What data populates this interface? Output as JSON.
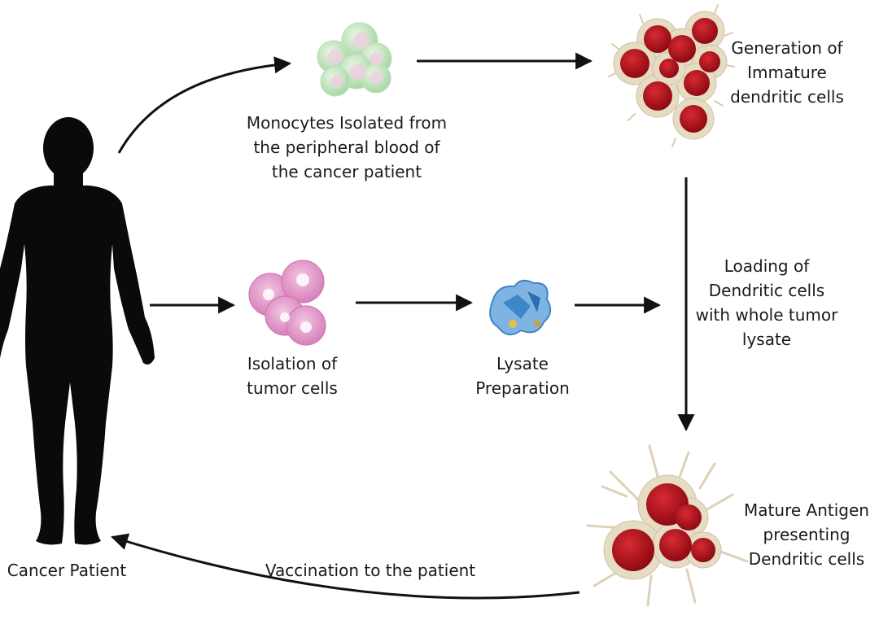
{
  "labels": {
    "cancer_patient": "Cancer Patient",
    "monocytes": "Monocytes Isolated from\nthe peripheral blood of\nthe cancer patient",
    "immature_dc": "Generation of\nImmature\ndendritic cells",
    "isolation": "Isolation of\ntumor cells",
    "lysate": "Lysate\nPreparation",
    "loading": "Loading of\nDendritic cells\nwith whole tumor\nlysate",
    "mature_dc": "Mature Antigen\npresenting\nDendritic cells",
    "vaccination": "Vaccination to the patient"
  },
  "colors": {
    "silhouette": "#0a0a0a",
    "arrow": "#111111",
    "monocyte_fill": "#cfe8cc",
    "monocyte_core": "#ead3de",
    "tumor_fill": "#e39ac9",
    "dc_red": "#b8101c",
    "dc_membrane": "#e6dcc3",
    "lysate_blue": "#3f86c9"
  }
}
